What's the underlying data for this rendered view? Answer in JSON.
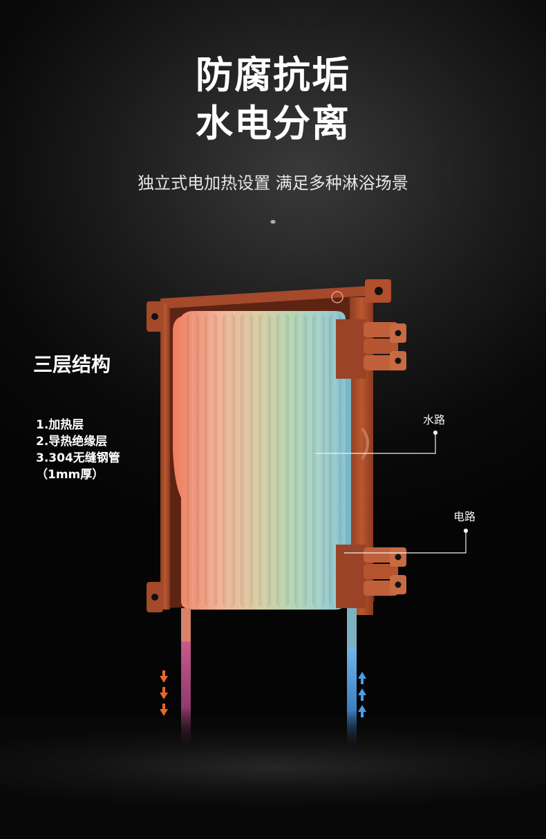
{
  "headline": {
    "line1": "防腐抗垢",
    "line2": "水电分离"
  },
  "subtitle": "独立式电加热设置 满足多种淋浴场景",
  "icons": {
    "scroll_hint": "mouse-scroll-icon",
    "flow_down": "arrow-down-icon",
    "flow_up": "arrow-up-icon"
  },
  "structure": {
    "title": "三层结构",
    "layers": [
      "1.加热层",
      "2.导热绝缘层",
      "3.304无缝钢管",
      "（1mm厚）"
    ]
  },
  "callouts": {
    "water": "水路",
    "power": "电路"
  },
  "colors": {
    "frame": "#b7532e",
    "hot": "#f2876a",
    "cold": "#8ec9d6",
    "hot_arrow": "#e8662c",
    "cold_arrow": "#4a9ee8"
  }
}
